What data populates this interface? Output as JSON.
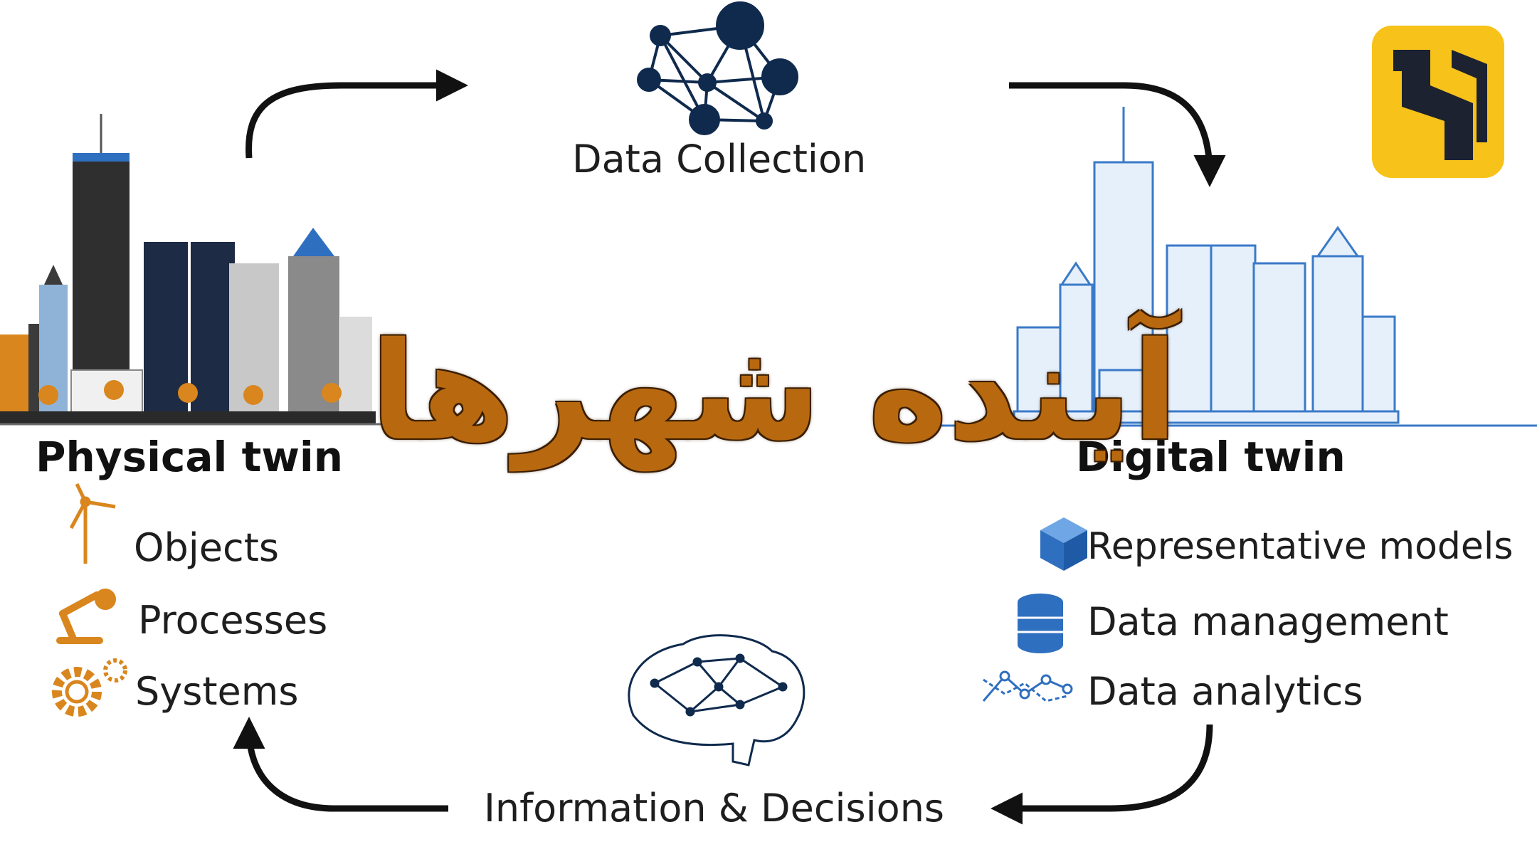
{
  "nodes": {
    "data_collection": "Data Collection",
    "information_decisions": "Information & Decisions"
  },
  "physical": {
    "title": "Physical twin",
    "items": [
      "Objects",
      "Processes",
      "Systems"
    ]
  },
  "digital": {
    "title": "Digital twin",
    "items": [
      "Representative models",
      "Data management",
      "Data analytics"
    ]
  },
  "overlay_text": "آینده شهرها",
  "icons": {
    "physical_items": [
      "wind-turbine-icon",
      "robot-arm-icon",
      "gears-icon"
    ],
    "digital_items": [
      "cube-icon",
      "database-icon",
      "line-graph-icon"
    ],
    "network": "network-icon",
    "brain": "brain-network-icon",
    "logo": "brand-logo-icon"
  },
  "colors": {
    "physical_accent": "#d9861e",
    "digital_accent": "#2f6fbf",
    "node_navy": "#0f2a4d",
    "overlay": "#b8690f",
    "logo_bg": "#f7c21a",
    "logo_fg": "#1d2230",
    "arrow": "#111111"
  }
}
